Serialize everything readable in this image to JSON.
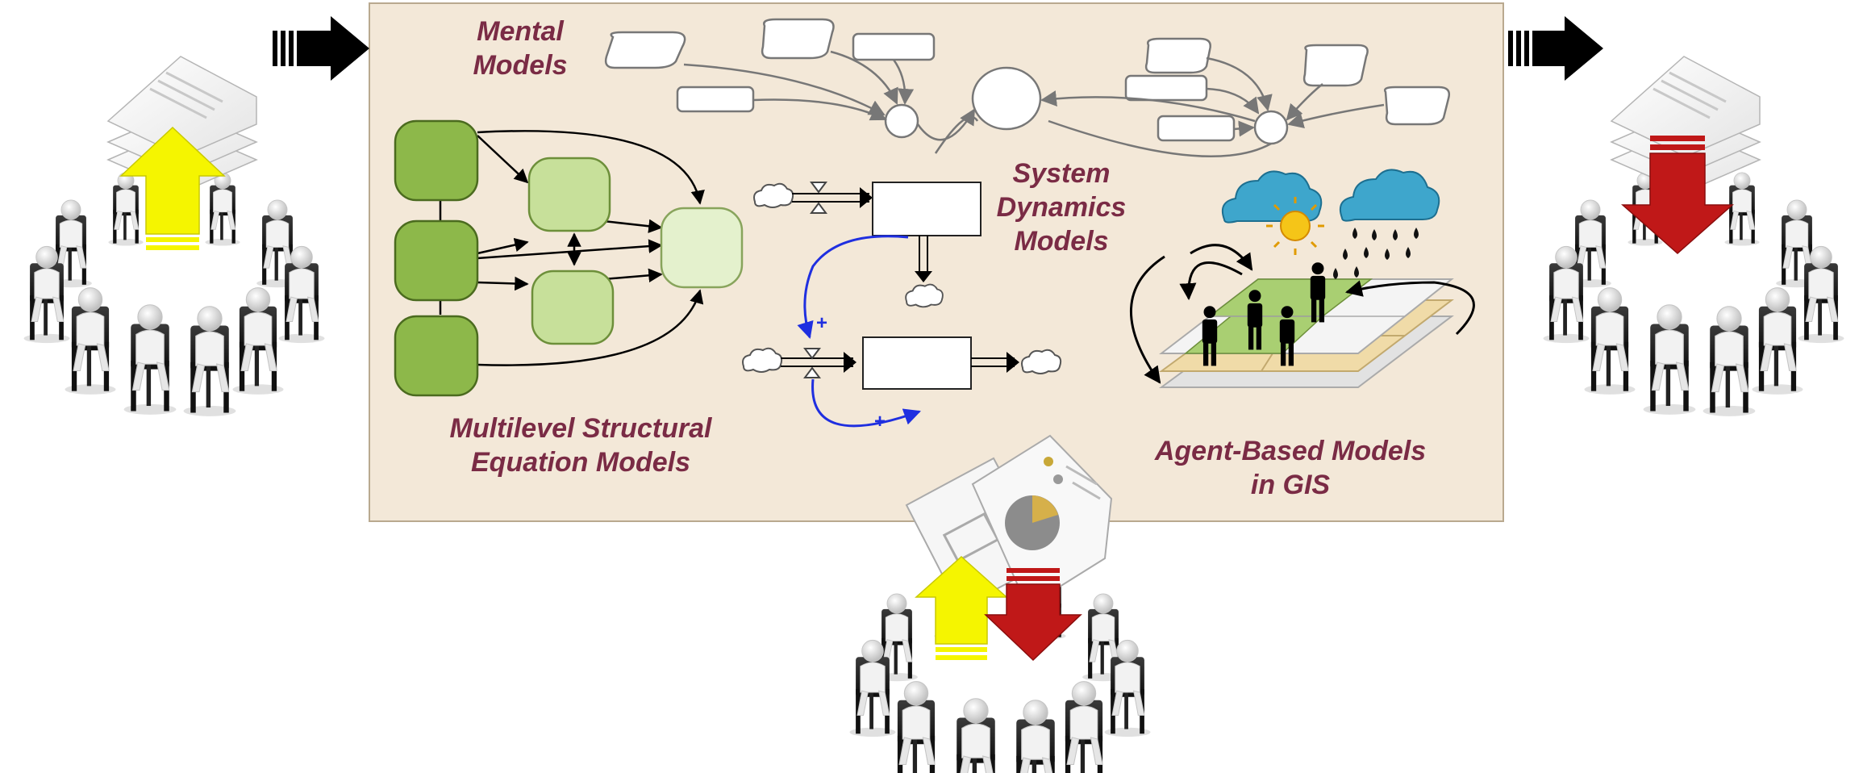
{
  "labels": {
    "mental": [
      "Mental",
      "Models"
    ],
    "system_dynamics": [
      "System",
      "Dynamics",
      "Models"
    ],
    "msem": [
      "Multilevel Structural",
      "Equation Models"
    ],
    "abm": [
      "Agent-Based Models",
      "in GIS"
    ]
  },
  "annotations": {
    "plus_top": "+",
    "plus_bottom": "+"
  },
  "colors": {
    "panel": "#f3e8d8",
    "label": "#7a2b45",
    "green_dark": "#8db84a",
    "green_mid": "#c7e09a",
    "green_light": "#e4f1cd",
    "flow_blue": "#1f2fe0",
    "cloud_blue": "#3ea6cc",
    "sun": "#f5c518",
    "arrow_up": "#f5f500",
    "arrow_down": "#c01818"
  },
  "icons": [
    "document-stack-icon",
    "meeting-group-icon",
    "rain-cloud-icon",
    "sun-icon",
    "person-icon",
    "pie-chart-report-icon"
  ]
}
